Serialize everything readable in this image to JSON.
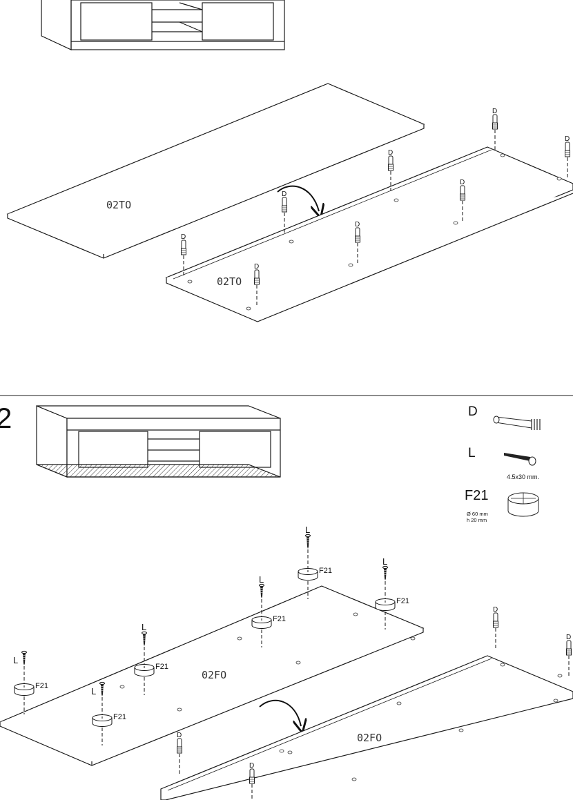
{
  "step_top": {
    "panel_code_large": "02TO",
    "panel_code_small": "02TO",
    "dowel_label": "D"
  },
  "step_bottom": {
    "step_number": "2",
    "panel_code_top": "02FO",
    "panel_code_bottom": "02FO",
    "screw_label": "L",
    "foot_label": "F21",
    "dowel_label": "D"
  },
  "parts_legend": [
    {
      "code": "D",
      "spec": []
    },
    {
      "code": "L",
      "spec": [
        "4.5x30 mm."
      ]
    },
    {
      "code": "F21",
      "spec": [
        "Ø 60 mm",
        "h 20 mm"
      ]
    }
  ],
  "colors": {
    "line": "#1a1a1a",
    "hatch": "#333333",
    "background": "#ffffff"
  }
}
